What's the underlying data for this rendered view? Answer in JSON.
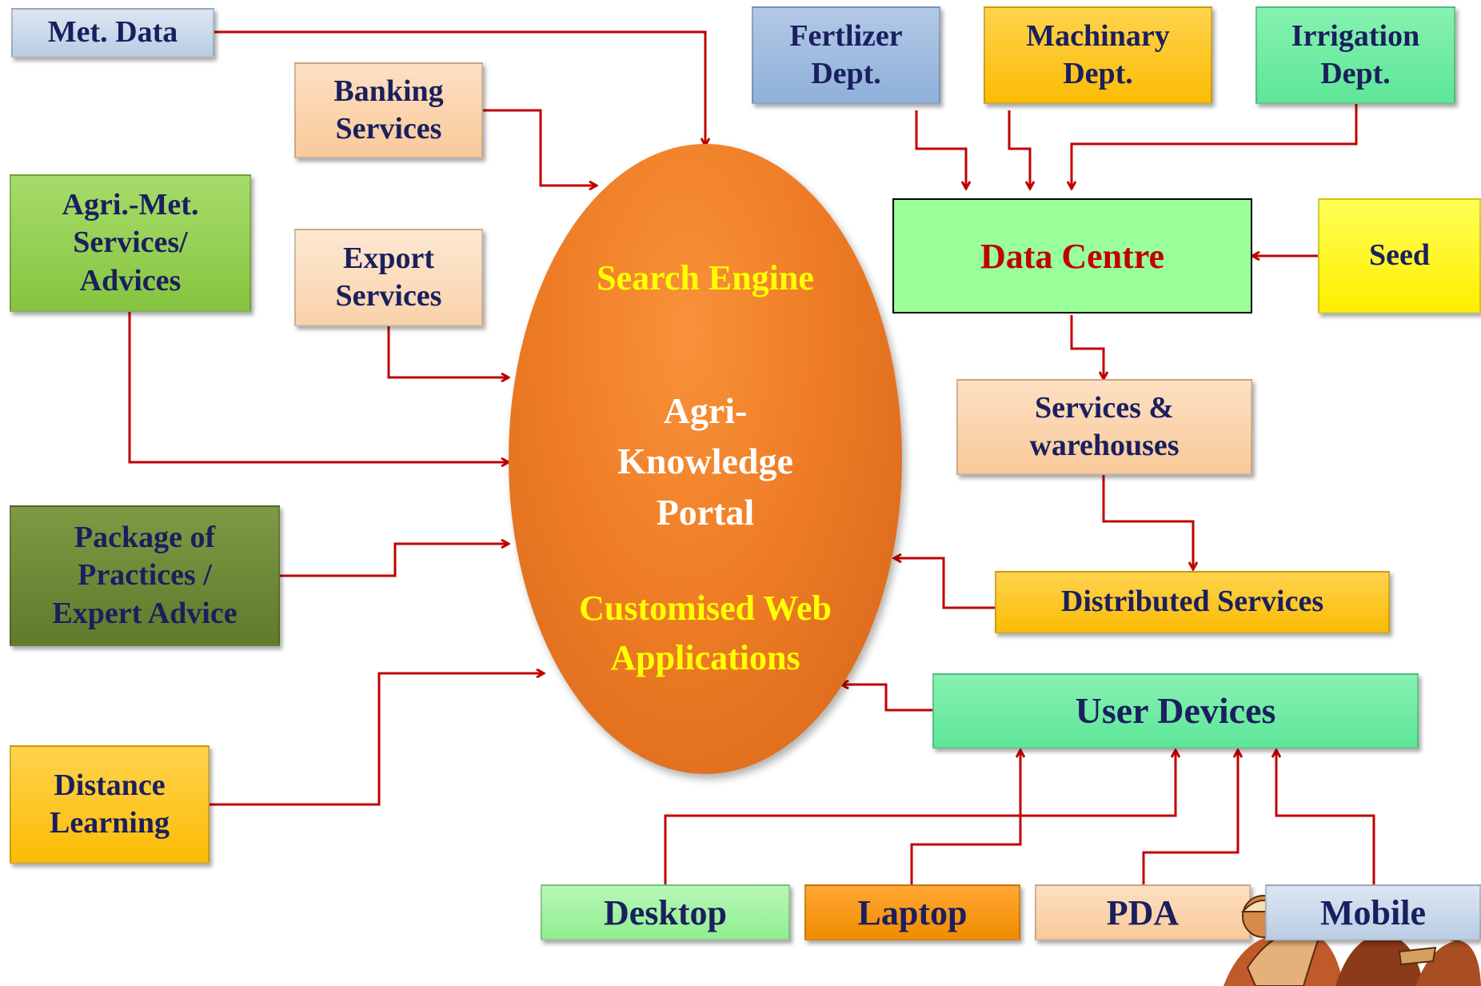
{
  "ellipse": {
    "search_engine": "Search Engine",
    "portal": "Agri-\nKnowledge\nPortal",
    "custom_web": "Customised Web\nApplications"
  },
  "sources_left": {
    "met_data": "Met. Data",
    "banking": "Banking\nServices",
    "agri_met": "Agri.-Met.\nServices/\nAdvices",
    "export": "Export\nServices",
    "package": "Package of\nPractices /\nExpert Advice",
    "distance": "Distance\nLearning"
  },
  "departments": {
    "fertilizer": "Fertlizer\nDept.",
    "machinery": "Machinary\nDept.",
    "irrigation": "Irrigation\nDept."
  },
  "data_centre": "Data Centre",
  "seed": "Seed",
  "services_warehouses": "Services &\nwarehouses",
  "distributed_services": "Distributed Services",
  "user_devices": "User Devices",
  "devices": {
    "desktop": "Desktop",
    "laptop": "Laptop",
    "pda": "PDA",
    "mobile": "Mobile"
  },
  "colors": {
    "arrow": "#c00000",
    "ellipse_orange": "#ee7c25",
    "yellow_text": "#ffff00",
    "dark_text": "#1a1f5e",
    "data_centre_text": "#c00000"
  }
}
